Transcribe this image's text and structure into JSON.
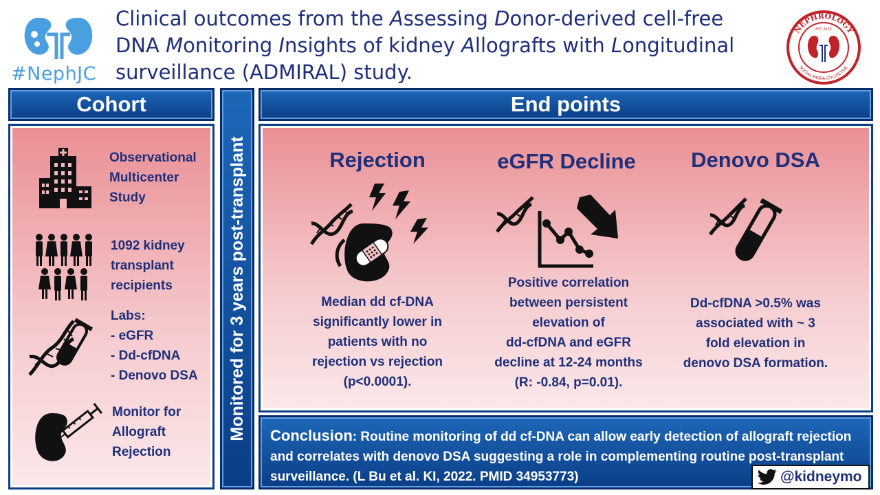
{
  "header": {
    "hashtag": "#NephJC",
    "title_parts": [
      "Clinical outcomes from the ",
      "A",
      "ssessing ",
      "D",
      "onor-derived cell-free DNA ",
      "M",
      "onitoring ",
      "I",
      "nsights of kidney ",
      "A",
      "llografts with ",
      "L",
      "ongitudinal surveillance (ADMIRAL) study."
    ],
    "seal": {
      "top_text": "NEPHROLOGY",
      "bottom_text": "SOCIAL MEDIA COLLECTIVE",
      "est": "EST 2015"
    }
  },
  "cohort": {
    "heading": "Cohort",
    "study_type": [
      "Observational",
      "Multicenter",
      "Study"
    ],
    "recipients": [
      "1092 kidney",
      "transplant",
      "recipients"
    ],
    "labs": [
      "Labs:",
      "- eGFR",
      "- Dd-cfDNA",
      "- Denovo DSA"
    ],
    "monitor": [
      "Monitor for",
      "Allograft",
      "Rejection"
    ]
  },
  "vertical_label": "Monitored for 3 years post-transplant",
  "endpoints": {
    "heading": "End points",
    "items": [
      {
        "title": "Rejection",
        "lines": [
          "Median dd cf-DNA",
          "significantly lower in",
          "patients with no",
          "rejection vs rejection",
          "(p<0.0001)."
        ]
      },
      {
        "title": "eGFR Decline",
        "lines": [
          "Positive correlation",
          "between persistent",
          "elevation of",
          "dd-cfDNA and eGFR",
          "decline at 12-24 months",
          "(R: -0.84, p=0.01)."
        ]
      },
      {
        "title": "Denovo DSA",
        "lines": [
          "Dd-cfDNA >0.5% was",
          "associated with ~ 3",
          "fold elevation in",
          "denovo DSA formation."
        ]
      }
    ]
  },
  "conclusion": {
    "label": "Conclusion",
    "text": ": Routine monitoring of dd cf-DNA can allow early detection of allograft rejection and correlates with denovo DSA suggesting a role in complementing routine post-transplant surveillance. (L Bu et al. KI, 2022. PMID 34953773)"
  },
  "twitter_handle": "@kidneymo",
  "colors": {
    "navy_text": "#1f2f7a",
    "bar_blue": "#0b3e86",
    "panel_pink": "#ea8f94",
    "logo_blue": "#4a9fe0",
    "seal_red": "#c0232a"
  }
}
